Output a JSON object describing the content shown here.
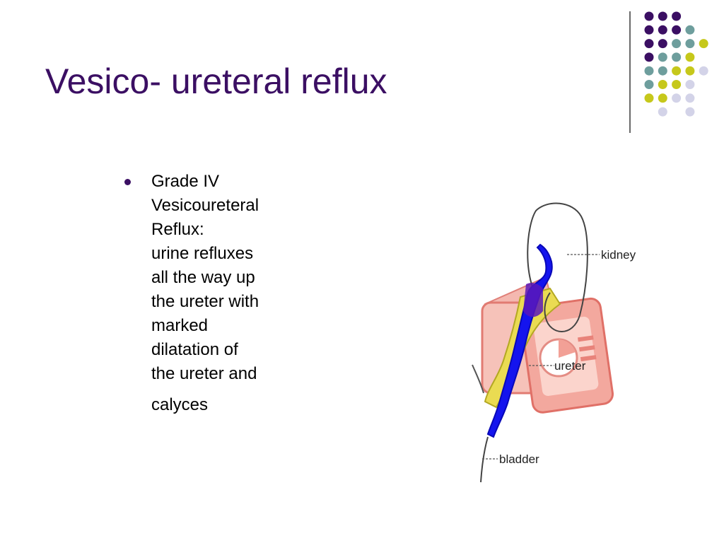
{
  "slide": {
    "title": "Vesico- ureteral reflux",
    "bullet": {
      "lines": [
        "Grade IV",
        "Vesicoureteral",
        "Reflux:",
        "urine refluxes",
        "all the way up",
        "the ureter with",
        "marked",
        "dilatation of",
        "the ureter and"
      ],
      "last_line": "calyces"
    }
  },
  "diagram": {
    "labels": {
      "kidney": "kidney",
      "ureter": "ureter",
      "bladder": "bladder"
    }
  },
  "colors": {
    "title": "#3b0f63",
    "purple": "#3b0f63",
    "teal": "#6e9e9d",
    "yellow": "#c6c81b",
    "lavender": "#d3d3e8",
    "reflux_blue": "#1414ee"
  }
}
